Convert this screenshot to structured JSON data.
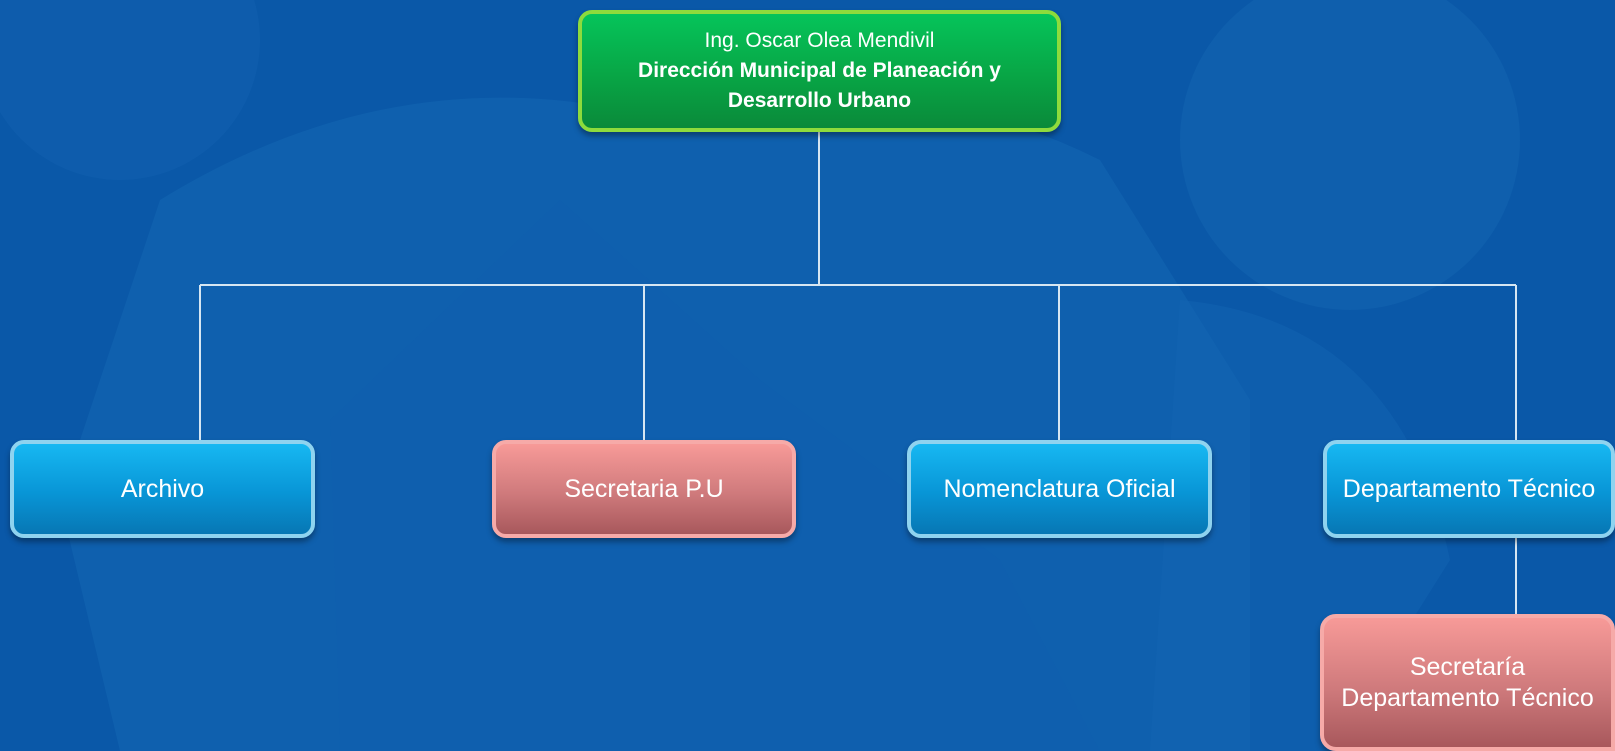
{
  "org_chart": {
    "root": {
      "name": "Ing. Oscar Olea Mendivil",
      "department": "Dirección Municipal  de Planeación y Desarrollo Urbano"
    },
    "children": [
      {
        "label": "Archivo",
        "color": "blue"
      },
      {
        "label": "Secretaria P.U",
        "color": "pink"
      },
      {
        "label": "Nomenclatura Oficial",
        "color": "blue"
      },
      {
        "label": "Departamento Técnico",
        "color": "blue"
      }
    ],
    "sub_child": {
      "line1": "Secretaría",
      "line2": "Departamento Técnico",
      "color": "pink"
    }
  },
  "colors": {
    "background": "#0a58a8",
    "root_box": "#08a545",
    "blue_box": "#0895d6",
    "pink_box": "#cf7a7c",
    "connector": "#d6e6f2"
  }
}
